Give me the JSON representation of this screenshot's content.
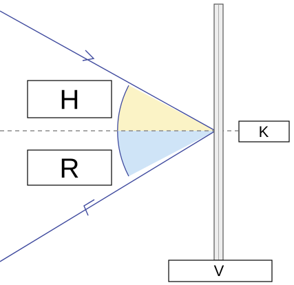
{
  "diagram": {
    "labels": {
      "incident_angle": "H",
      "reflected_angle": "R",
      "normal": "K",
      "mirror": "V"
    },
    "colors": {
      "ray": "#3f4a9e",
      "normal_line": "#8a8a8a",
      "incident_sector": "#fbf3c6",
      "reflected_sector": "#cfe4f7",
      "mirror_outline": "#555555",
      "box_outline": "#000000"
    }
  }
}
